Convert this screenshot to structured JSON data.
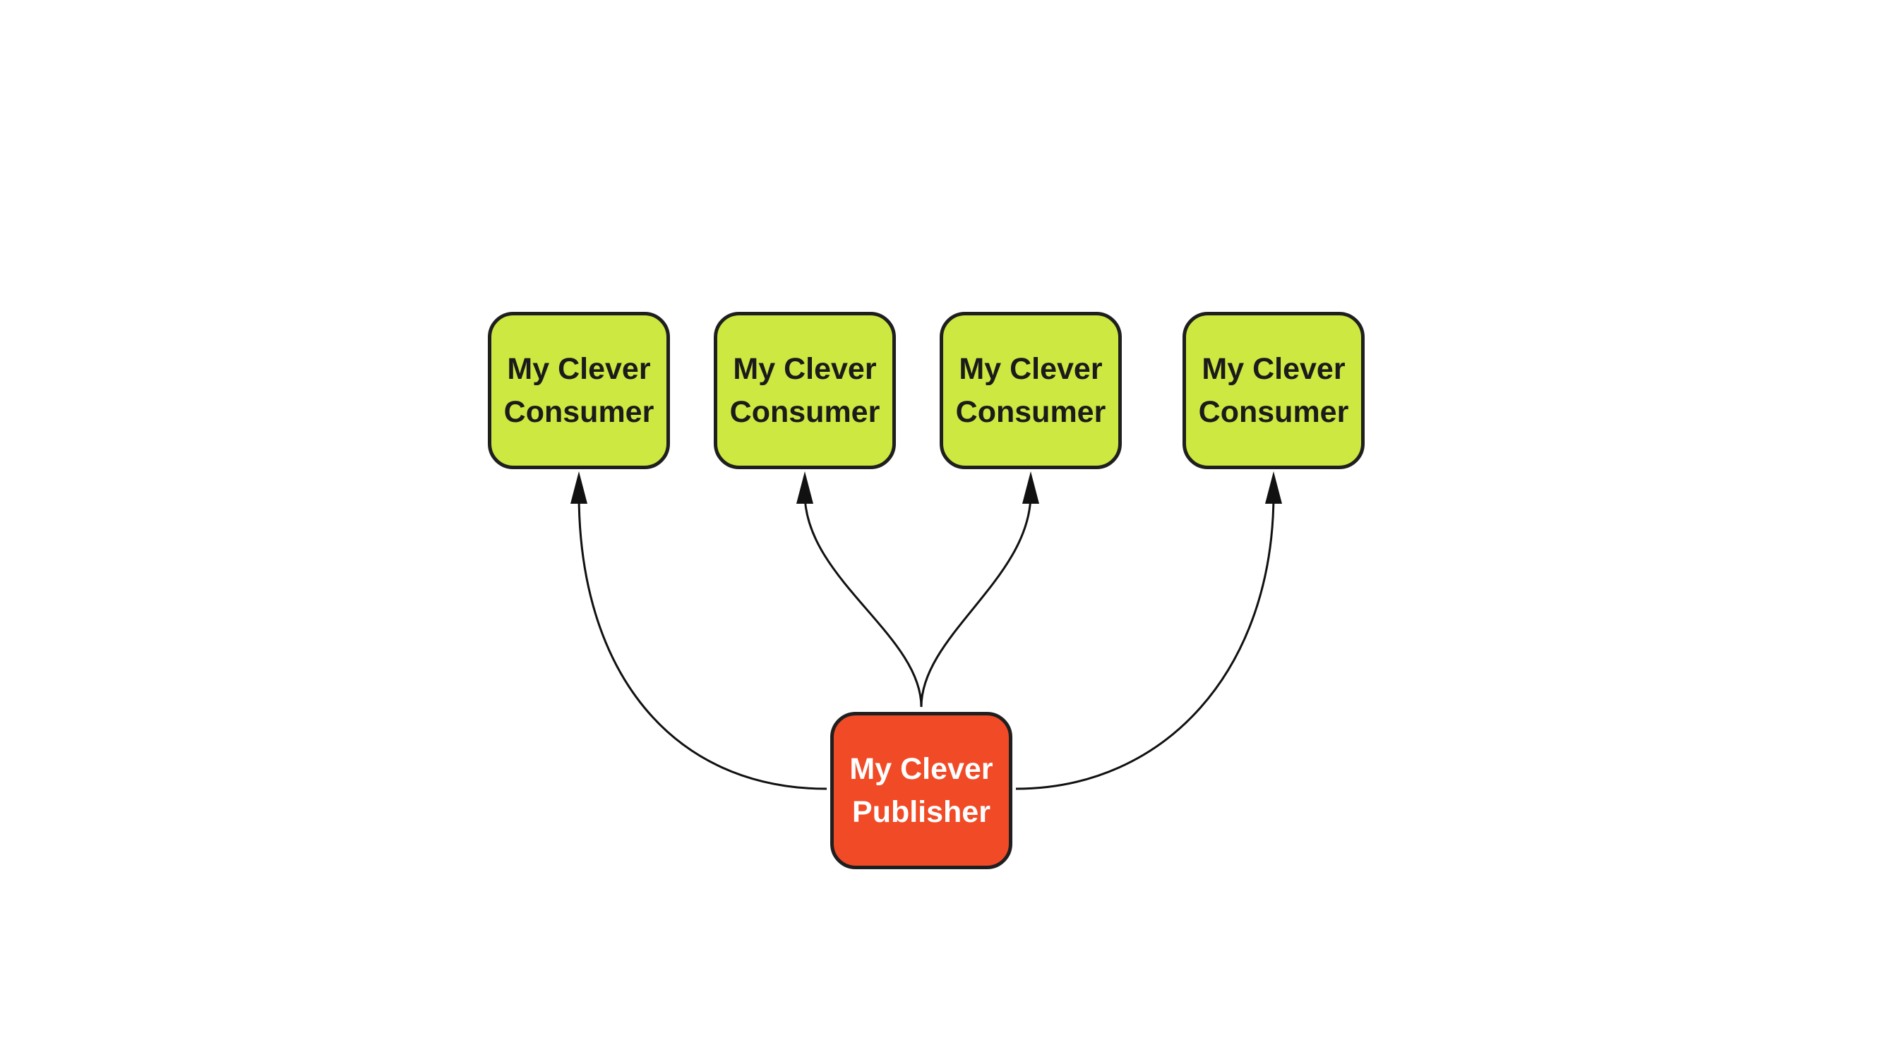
{
  "diagram": {
    "consumers": [
      {
        "line1": "My Clever",
        "line2": "Consumer"
      },
      {
        "line1": "My Clever",
        "line2": "Consumer"
      },
      {
        "line1": "My Clever",
        "line2": "Consumer"
      },
      {
        "line1": "My Clever",
        "line2": "Consumer"
      }
    ],
    "publisher": {
      "line1": "My Clever",
      "line2": "Publisher"
    },
    "colors": {
      "consumer_fill": "#cde840",
      "publisher_fill": "#f14a26",
      "border": "#1f1f1f",
      "edge": "#111111"
    }
  }
}
